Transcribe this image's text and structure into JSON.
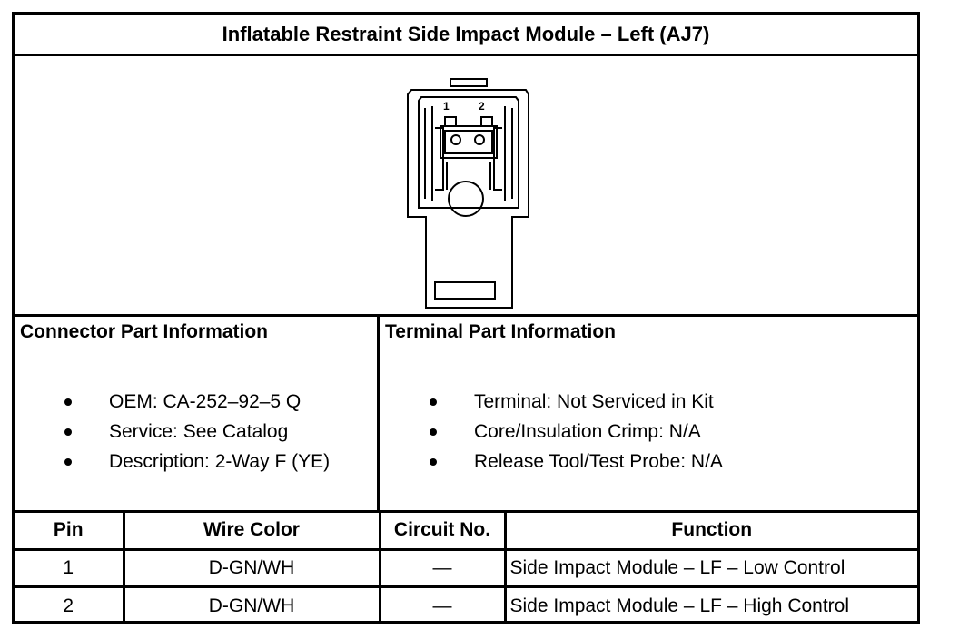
{
  "title": "Inflatable Restraint Side Impact Module – Left (AJ7)",
  "connector_figure": {
    "pin_labels": [
      "1",
      "2"
    ],
    "icon": "connector-face-diagram"
  },
  "connector_info": {
    "heading": "Connector Part Information",
    "items": [
      "OEM: CA-252–92–5 Q",
      "Service: See Catalog",
      "Description: 2-Way F (YE)"
    ]
  },
  "terminal_info": {
    "heading": "Terminal Part Information",
    "items": [
      "Terminal: Not Serviced in Kit",
      "Core/Insulation Crimp: N/A",
      "Release Tool/Test Probe: N/A"
    ]
  },
  "pin_table": {
    "headers": [
      "Pin",
      "Wire Color",
      "Circuit No.",
      "Function"
    ],
    "rows": [
      [
        "1",
        "D-GN/WH",
        "—",
        "Side Impact Module – LF – Low Control"
      ],
      [
        "2",
        "D-GN/WH",
        "—",
        "Side Impact Module – LF – High Control"
      ]
    ]
  }
}
